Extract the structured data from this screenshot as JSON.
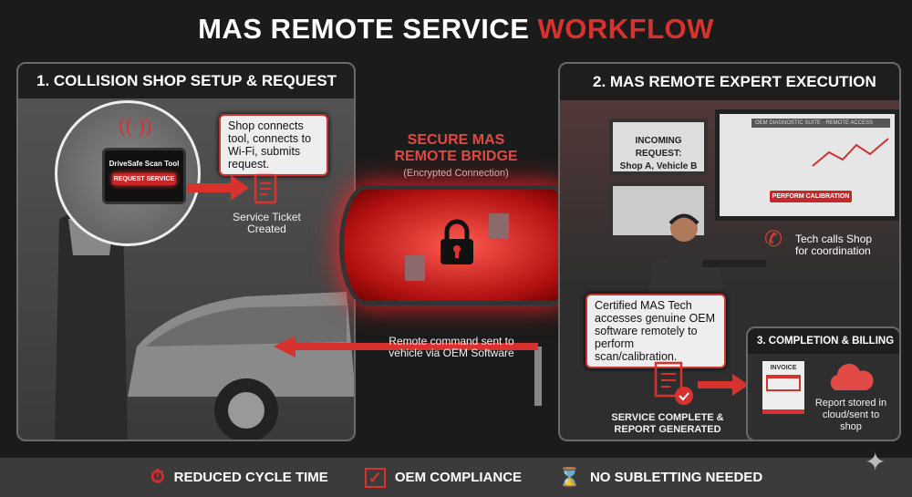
{
  "title": {
    "main": "MAS REMOTE SERVICE",
    "accent": "WORKFLOW"
  },
  "colors": {
    "accent": "#d8322f",
    "background": "#1b1b1b",
    "panel": "#3a3a3a"
  },
  "panel1": {
    "heading": "1. COLLISION SHOP SETUP & REQUEST",
    "tablet_title": "DriveSafe Scan Tool",
    "tablet_button": "REQUEST SERVICE",
    "callout": "Shop connects tool, connects to Wi-Fi, submits request.",
    "ticket_label": "Service Ticket Created"
  },
  "bridge": {
    "title_line1": "SECURE MAS",
    "title_line2": "REMOTE BRIDGE",
    "subtitle": "(Encrypted Connection)",
    "command_label": "Remote command sent to vehicle via OEM Software"
  },
  "panel2": {
    "heading": "2. MAS REMOTE EXPERT EXECUTION",
    "incoming_line1": "INCOMING REQUEST:",
    "incoming_line2": "Shop A, Vehicle B",
    "suite_title": "OEM DIAGNOSTIC SUITE - REMOTE ACCESS",
    "calibration_button": "PERFORM CALIBRATION",
    "phone_label": "Tech calls Shop for coordination",
    "callout": "Certified MAS Tech accesses genuine OEM software remotely to perform scan/calibration.",
    "complete_label": "SERVICE COMPLETE & REPORT GENERATED"
  },
  "panel3": {
    "heading": "3. COMPLETION & BILLING",
    "invoice": "INVOICE",
    "cloud_label": "Report stored in cloud/sent to shop"
  },
  "footer": [
    {
      "icon": "stopwatch-icon",
      "label": "REDUCED CYCLE TIME"
    },
    {
      "icon": "clipboard-check-icon",
      "label": "OEM COMPLIANCE"
    },
    {
      "icon": "hourglass-crossed-icon",
      "label": "NO SUBLETTING NEEDED"
    }
  ]
}
